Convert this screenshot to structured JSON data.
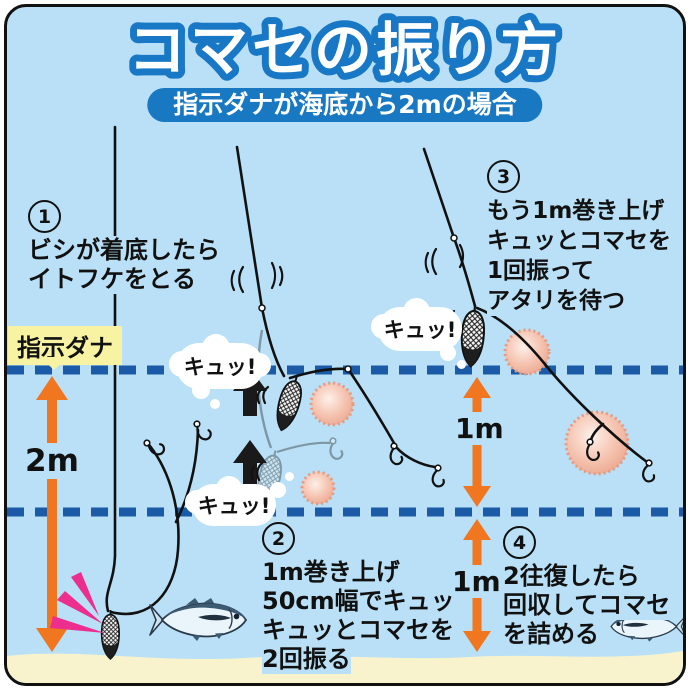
{
  "title": {
    "text": "コマセの振り方"
  },
  "subtitle": {
    "text": "指示ダナが海底から2mの場合"
  },
  "tana": {
    "label": "指示ダナ"
  },
  "measurements": [
    {
      "id": "tana-depth",
      "value": "2m"
    },
    {
      "id": "upper-gap",
      "value": "1m"
    },
    {
      "id": "lower-gap",
      "value": "1m"
    }
  ],
  "steps": [
    {
      "number": "1",
      "lines": [
        "ビシが着底したら",
        "イトフケをとる"
      ]
    },
    {
      "number": "2",
      "lines": [
        "1m巻き上げ",
        "50cm幅でキュッ",
        "キュッとコマセを",
        "2回振る"
      ]
    },
    {
      "number": "3",
      "lines": [
        "もう1m巻き上げ",
        "キュッとコマセを",
        "1回振って",
        "アタリを待つ"
      ]
    },
    {
      "number": "4",
      "lines": [
        "2往復したら",
        "回収してコマセ",
        "を詰める"
      ]
    }
  ],
  "speech_bubbles": [
    {
      "text": "キュッ!"
    },
    {
      "text": "キュッ!"
    },
    {
      "text": "キュッ!"
    }
  ],
  "icons": {
    "bishi": "bishi-weight-icon",
    "komase": "komase-cloud-icon",
    "hook": "hook-icon",
    "fish": "fish-icon",
    "lift_arrow": "lift-arrow-icon",
    "impact": "impact-icon",
    "tana_pointer": "tana-pointer-icon"
  },
  "colors": {
    "water": "#b9e0f6",
    "frame_border": "#111111",
    "title_fill": "#ffffff",
    "title_outline": "#1878c5",
    "subtitle_bg": "#1878c2",
    "dashed_line": "#1b5aa6",
    "arrow_orange": "#f0761f",
    "lift_arrow_black": "#1a1a1a",
    "tana_label_bg": "#f7f3a2",
    "seabed": "#f8f3cd",
    "komase_cloud": "#edaa92",
    "impact_pink": "#ec2f8e"
  }
}
